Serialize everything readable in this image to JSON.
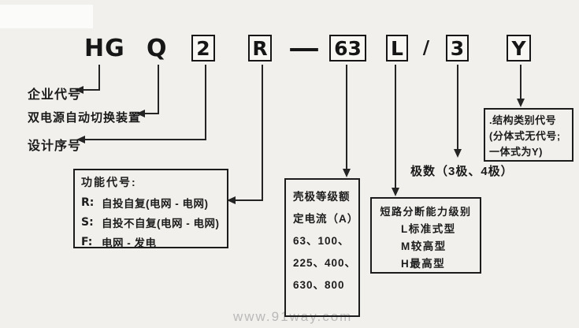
{
  "code": {
    "segments": [
      {
        "text": "HG",
        "boxed": false
      },
      {
        "text": "Q",
        "boxed": false
      },
      {
        "text": "2",
        "boxed": true
      },
      {
        "text": "R",
        "boxed": true
      },
      {
        "text": "—",
        "boxed": false
      },
      {
        "text": "63",
        "boxed": true
      },
      {
        "text": "L",
        "boxed": true
      },
      {
        "text": "/",
        "boxed": false
      },
      {
        "text": "3",
        "boxed": true
      },
      {
        "text": "Y",
        "boxed": true
      }
    ]
  },
  "labels": {
    "enterprise_code": "企业代号",
    "device_name": "双电源自动切换装置",
    "design_serial": "设计序号",
    "poles": "极数（3极、4极）"
  },
  "function_box": {
    "title": "功能代号:",
    "items": [
      {
        "key": "R:",
        "desc": "自投自复(电网 - 电网)"
      },
      {
        "key": "S:",
        "desc": "自投不自复(电网 - 电网)"
      },
      {
        "key": "F:",
        "desc": "电网 - 发电"
      }
    ]
  },
  "current_box": {
    "lines": [
      "壳极等级额",
      "定电流（A）",
      "63、100、",
      "225、400、",
      "630、800"
    ]
  },
  "breaking_box": {
    "title": "短路分断能力级别",
    "items": [
      "L标准式型",
      "M较高型",
      "H最高型"
    ]
  },
  "structure_box": {
    "lines": [
      ".结构类别代号",
      "(分体式无代号;",
      "一体式为Y)"
    ]
  },
  "watermark": "www.91way.com",
  "colors": {
    "ink": "#1c1c1c",
    "paper": "#f2f0ec",
    "watermark_gray": "#b9b9b9"
  }
}
